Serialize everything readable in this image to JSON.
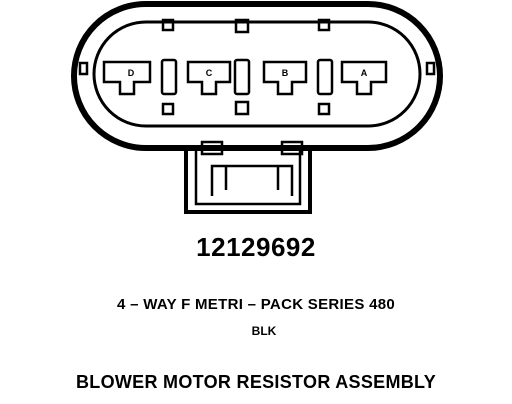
{
  "connector": {
    "terminals": [
      "D",
      "C",
      "B",
      "A"
    ]
  },
  "part_number": "12129692",
  "connector_description": "4 – WAY F METRI – PACK SERIES 480",
  "wire_color": "BLK",
  "assembly_title": "BLOWER MOTOR RESISTOR ASSEMBLY"
}
